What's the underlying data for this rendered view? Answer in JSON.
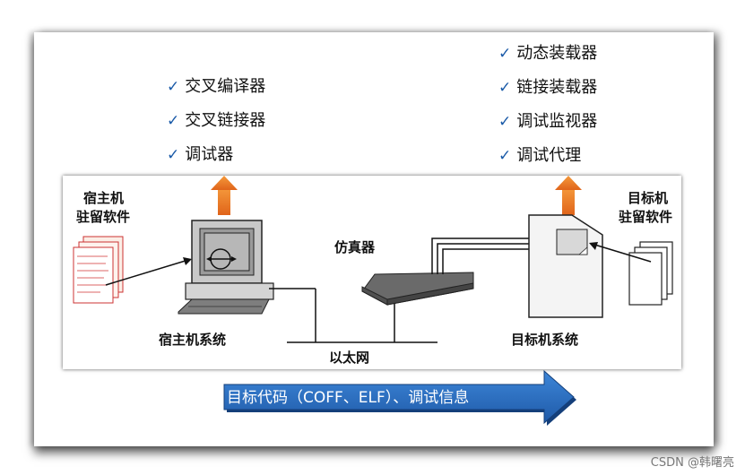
{
  "host_tools": [
    "交叉编译器",
    "交叉链接器",
    "调试器"
  ],
  "target_tools": [
    "动态装载器",
    "链接装载器",
    "调试监视器",
    "调试代理"
  ],
  "labels": {
    "host_resident_line1": "宿主机",
    "host_resident_line2": "驻留软件",
    "target_resident_line1": "目标机",
    "target_resident_line2": "驻留软件",
    "emulator": "仿真器",
    "host_system": "宿主机系统",
    "target_system": "目标机系统",
    "ethernet": "以太网"
  },
  "banner": "目标代码（COFF、ELF）、调试信息",
  "watermark": "CSDN @韩曙亮",
  "colors": {
    "check": "#1a5aa8",
    "arrow_up": "#f07820",
    "banner_fill": "#2a6fc0",
    "banner_dark": "#143f7a"
  }
}
